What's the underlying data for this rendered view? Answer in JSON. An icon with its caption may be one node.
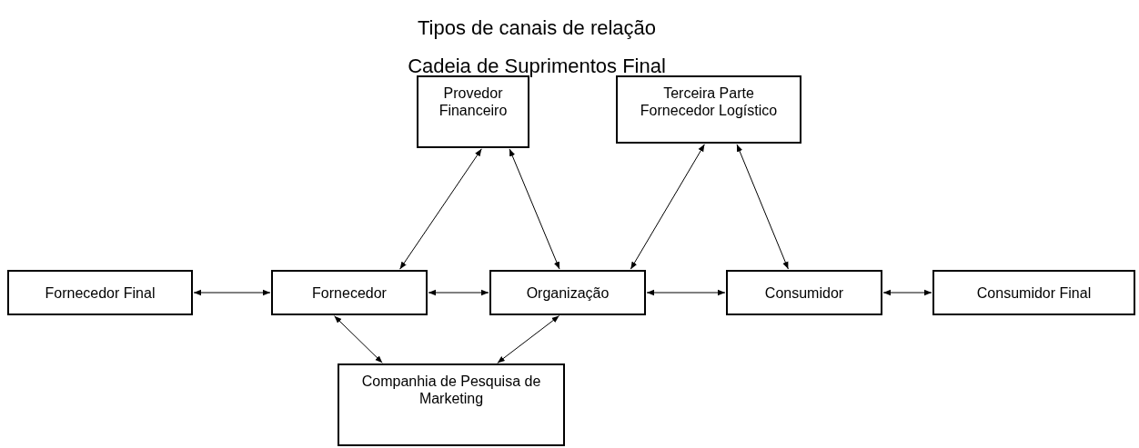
{
  "diagram": {
    "title": "Tipos de canais de relação",
    "nodes": [
      {
        "text": [
          "Provedor Financeiro"
        ]
      },
      {
        "text": [
          "Terceira Parte Fornecedor Logístico"
        ]
      },
      {
        "text": [
          "Fornecedor Final"
        ]
      },
      {
        "text": [
          "Fornecedor"
        ]
      },
      {
        "text": [
          "Organização"
        ]
      },
      {
        "text": [
          "Consumidor"
        ]
      },
      {
        "text": [
          "Consumidor Final"
        ]
      },
      {
        "text": [
          "Companhia de Pesquisa de Marketing"
        ]
      }
    ],
    "edges": [
      {
        "from": 2,
        "to": 3,
        "arrow": "both"
      },
      {
        "from": 3,
        "to": 4,
        "arrow": "both"
      },
      {
        "from": 4,
        "to": 5,
        "arrow": "both"
      },
      {
        "from": 5,
        "to": 6,
        "arrow": "both"
      },
      {
        "from": 3,
        "to": 0,
        "arrow": "both"
      },
      {
        "from": 0,
        "to": 4,
        "arrow": "both"
      },
      {
        "from": 4,
        "to": 1,
        "arrow": "both"
      },
      {
        "from": 1,
        "to": 5,
        "arrow": "both"
      },
      {
        "from": 3,
        "to": 7,
        "arrow": "both"
      },
      {
        "from": 4,
        "to": 7,
        "arrow": "both"
      }
    ],
    "labels": [
      "Cadeia de Suprimentos Final"
    ]
  }
}
